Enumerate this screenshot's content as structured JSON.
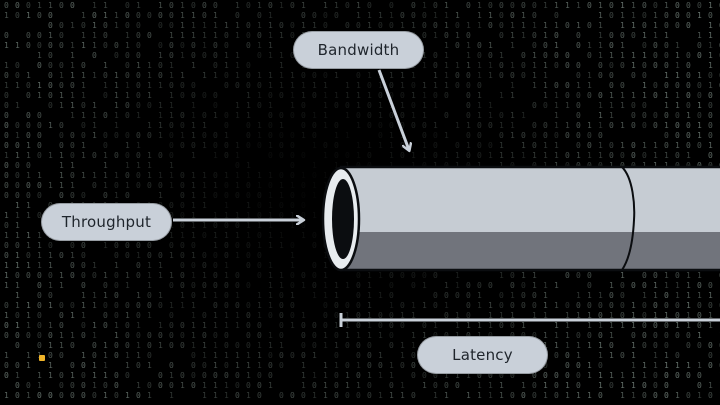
{
  "labels": {
    "bandwidth": "Bandwidth",
    "throughput": "Throughput",
    "latency": "Latency"
  },
  "colors": {
    "background": "#000000",
    "binary_text": "#7b8a83",
    "pipe_light": "#c6ccd3",
    "pipe_dark": "#71747c",
    "pipe_outline": "#0b0d10",
    "arrow": "#c9d0d9",
    "label_bg": "#c9d0d9",
    "label_text": "#1f252c",
    "marker_dot": "#f0b429"
  },
  "background_pattern": "binary-digit-rain"
}
